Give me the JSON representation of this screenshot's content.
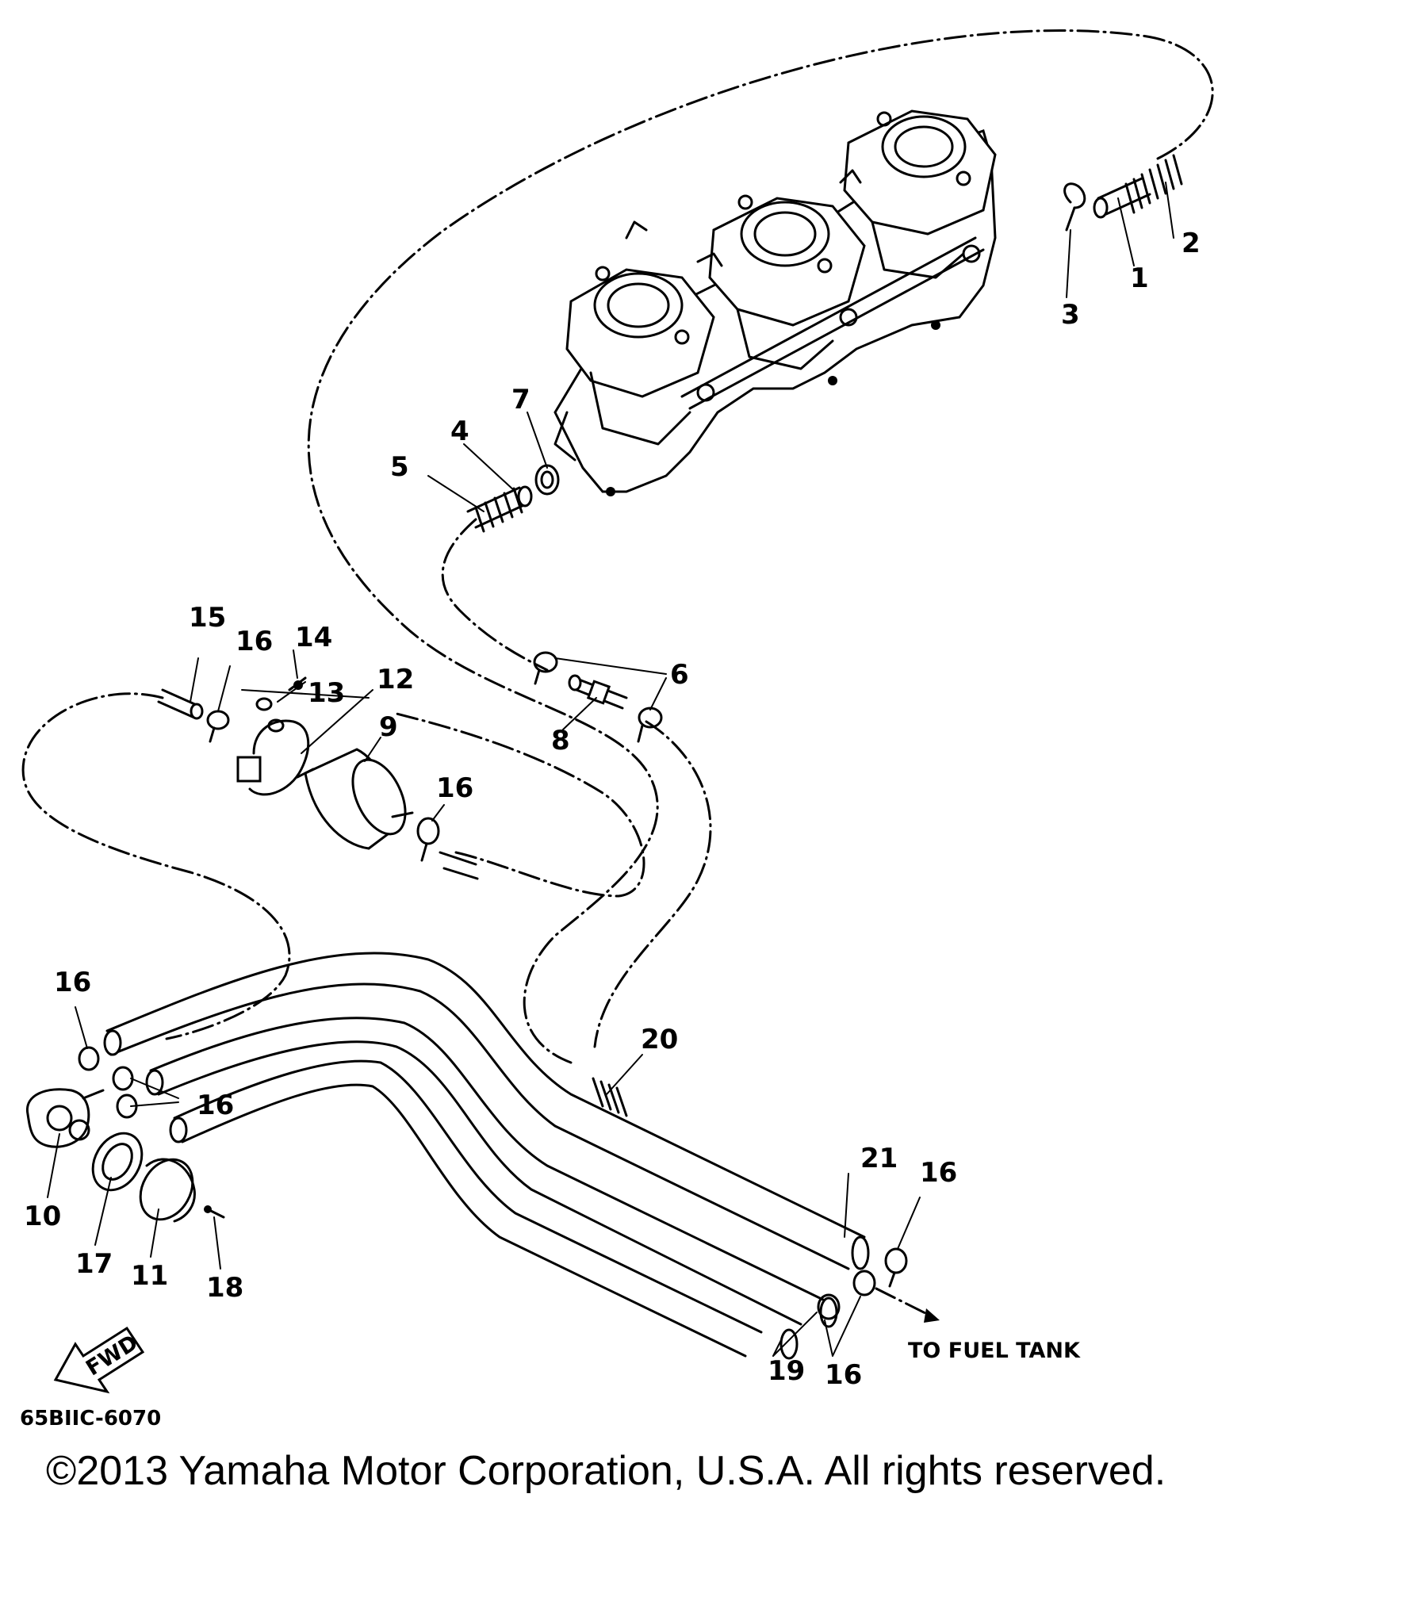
{
  "callouts": [
    "1",
    "2",
    "3",
    "4",
    "5",
    "6",
    "7",
    "8",
    "9",
    "10",
    "11",
    "12",
    "13",
    "14",
    "15",
    "16",
    "17",
    "18",
    "19",
    "20",
    "21"
  ],
  "notes": {
    "to_fuel_tank": "TO FUEL TANK",
    "fwd": "FWD",
    "diagram_code": "65BIIC-6070"
  },
  "copyright": "©2013 Yamaha Motor Corporation, U.S.A. All rights reserved."
}
